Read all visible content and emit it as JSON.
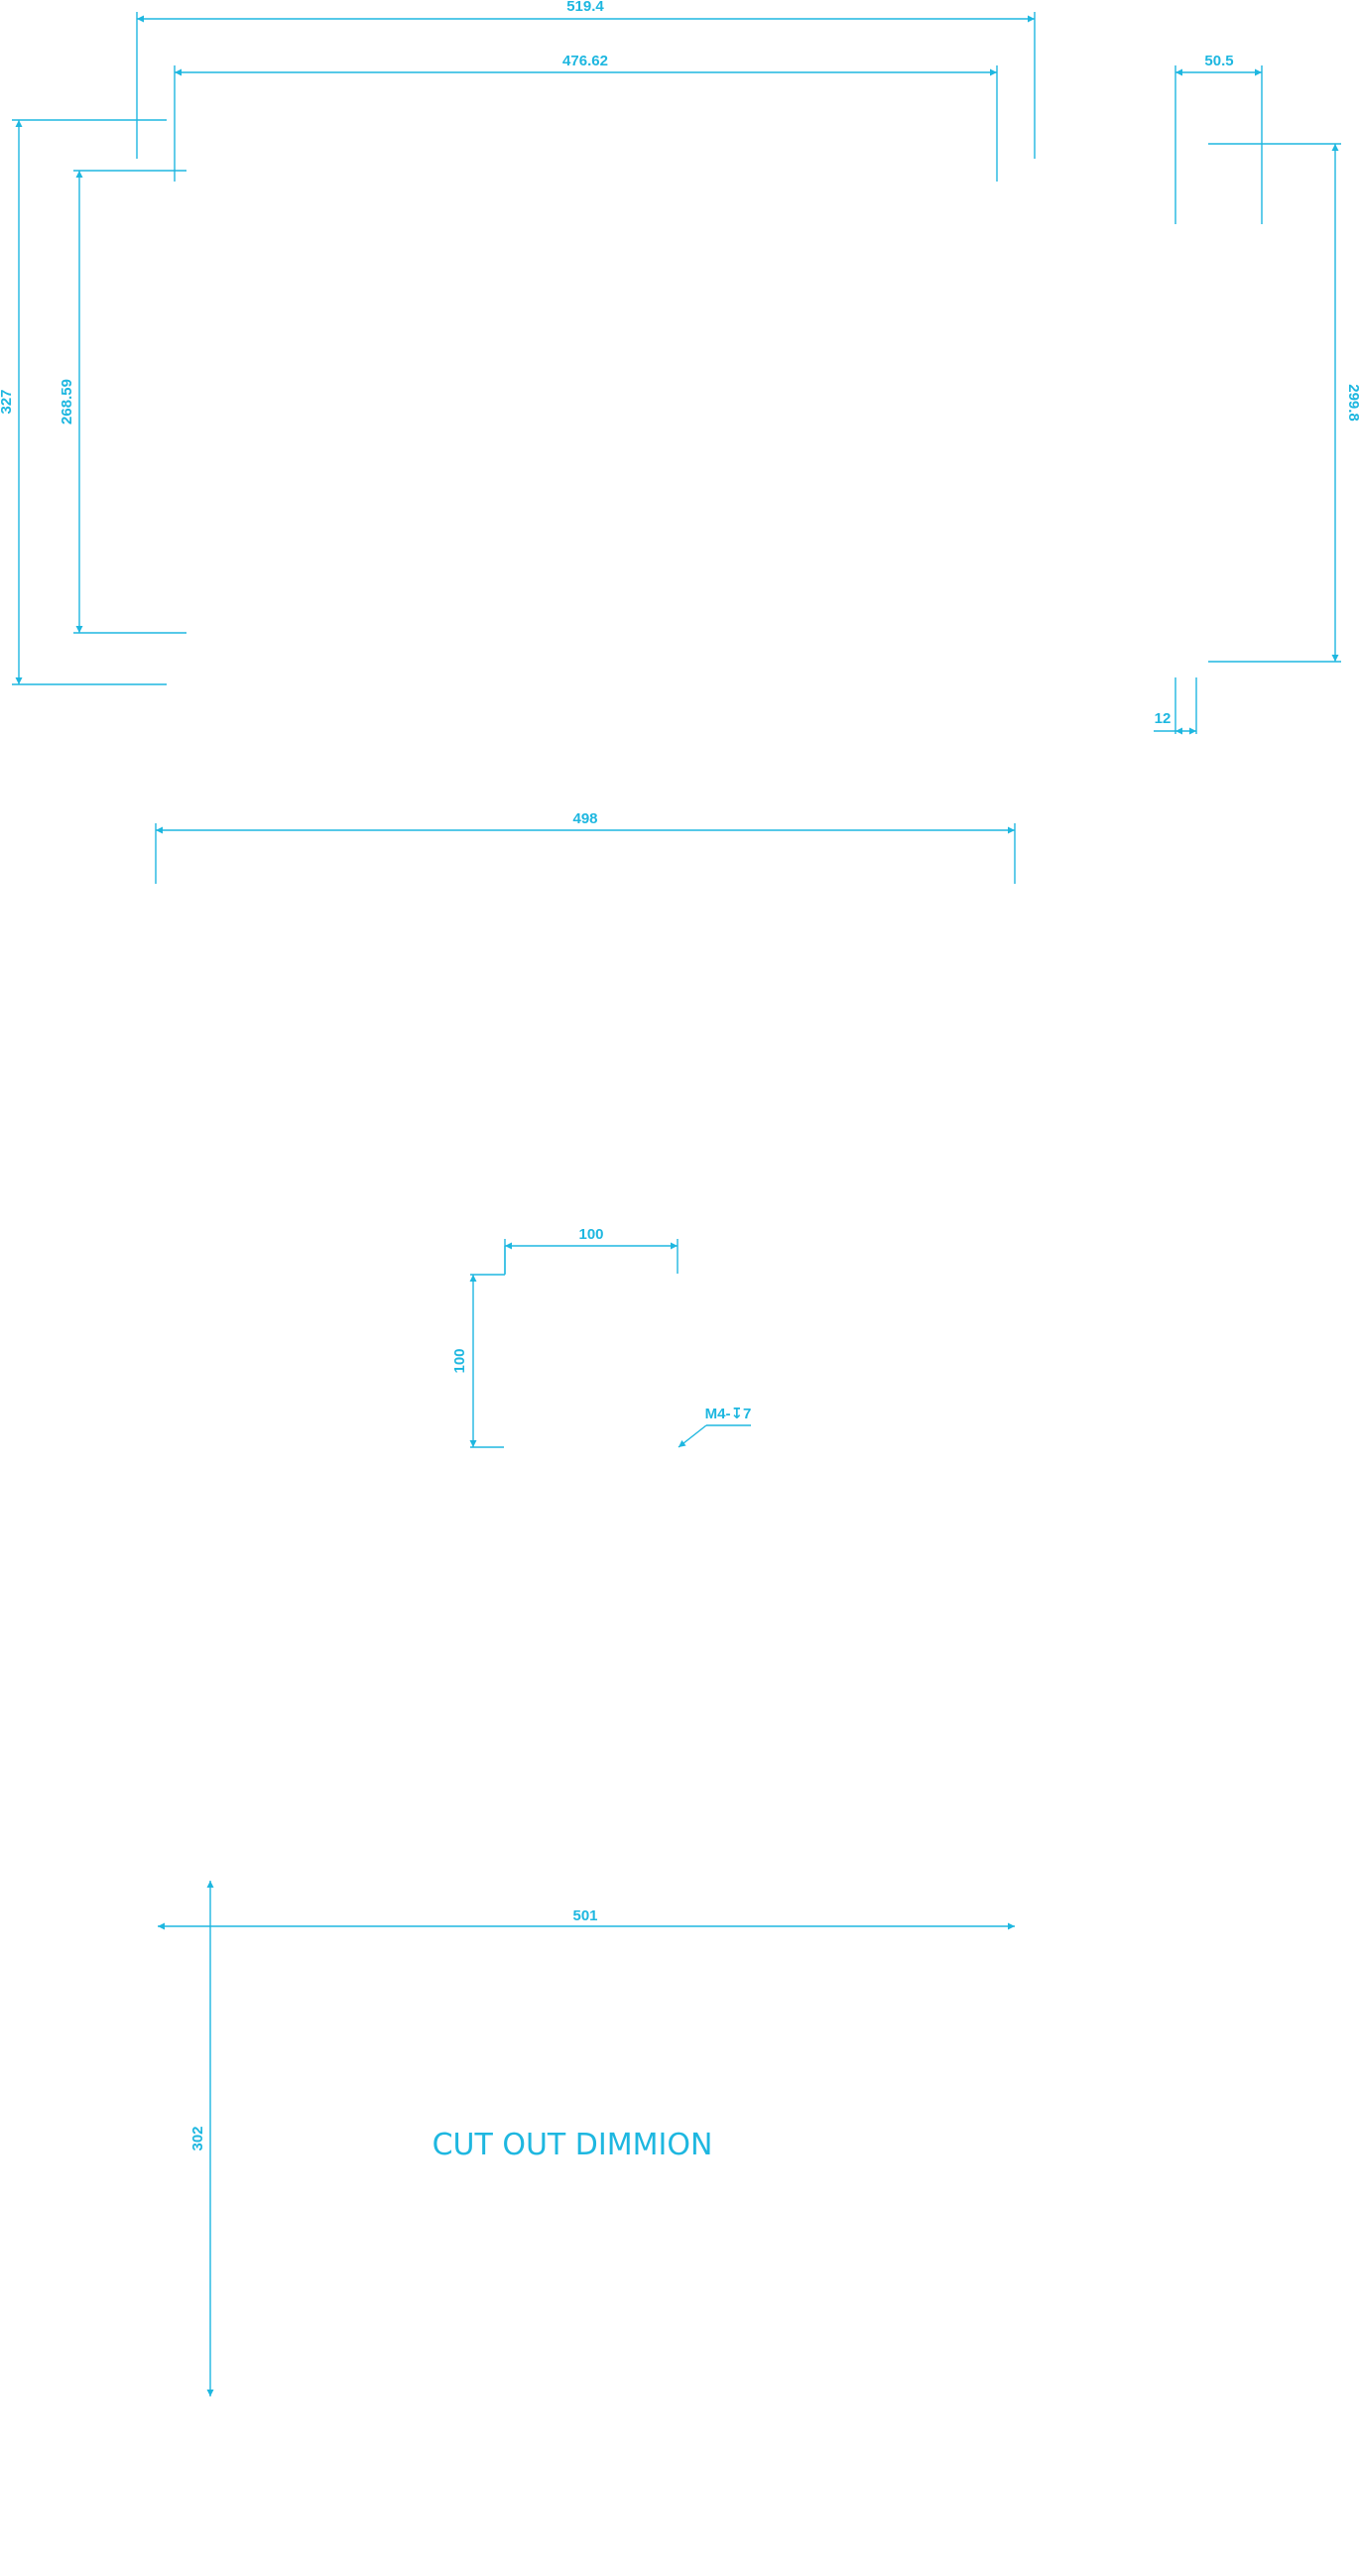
{
  "style": {
    "line_color": "#1eb7e0",
    "background": "#ffffff"
  },
  "front_view": {
    "overall_width": "519.4",
    "panel_width": "476.62",
    "overall_height": "327",
    "panel_height": "268.59"
  },
  "side_view": {
    "depth": "50.5",
    "height": "299.8",
    "bezel_thickness": "12"
  },
  "rear_view": {
    "width": "498",
    "vesa_horizontal": "100",
    "vesa_vertical": "100",
    "screw_callout": "M4-↧7"
  },
  "cutout": {
    "width": "501",
    "height": "302",
    "caption": "CUT OUT DIMMION"
  }
}
